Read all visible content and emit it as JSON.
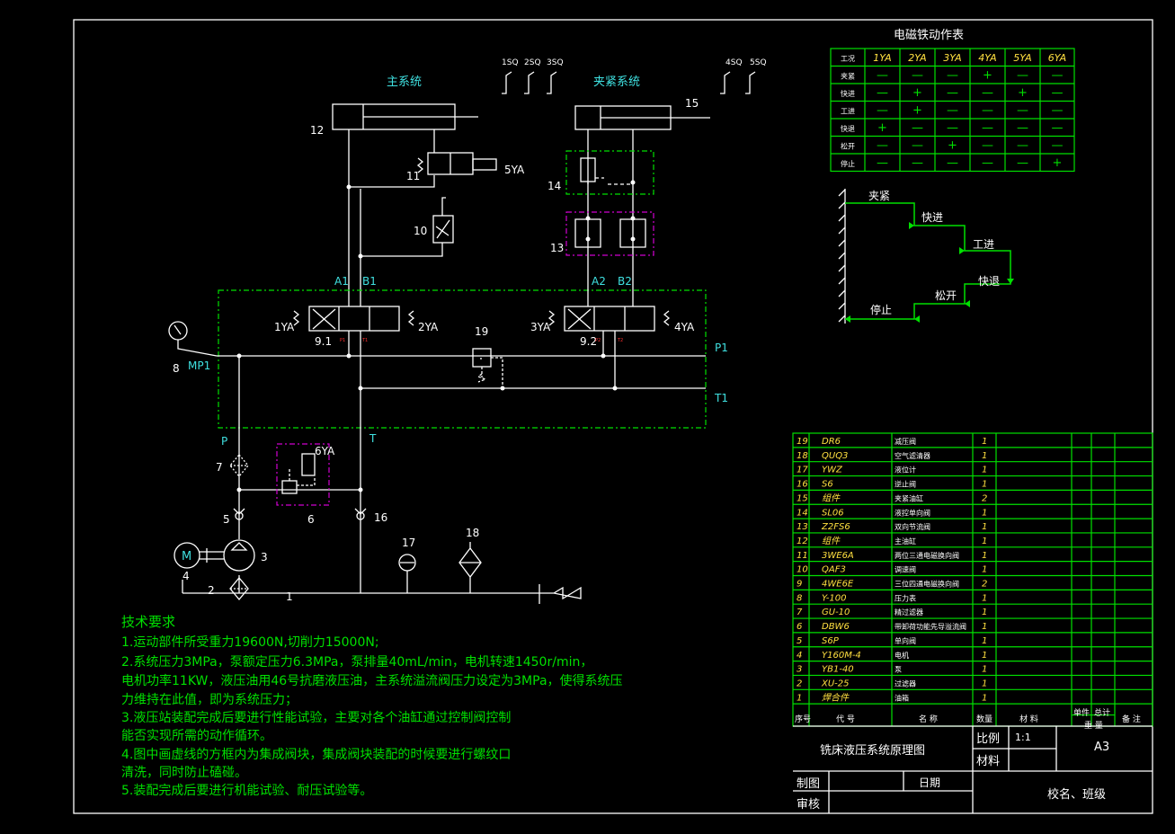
{
  "titles": {
    "main_system": "主系统",
    "clamp_system": "夹紧系统"
  },
  "switches": {
    "s1": "1SQ",
    "s2": "2SQ",
    "s3": "3SQ",
    "s4": "4SQ",
    "s5": "5SQ"
  },
  "component_numbers": {
    "n1": "1",
    "n2": "2",
    "n3": "3",
    "n4": "4",
    "n5": "5",
    "n6": "6",
    "n7": "7",
    "n8": "8",
    "n9_1": "9.1",
    "n9_2": "9.2",
    "n10": "10",
    "n11": "11",
    "n12": "12",
    "n13": "13",
    "n14": "14",
    "n15": "15",
    "n16": "16",
    "n17": "17",
    "n18": "18",
    "n19": "19"
  },
  "port_labels": {
    "a1": "A1",
    "b1": "B1",
    "a2": "A2",
    "b2": "B2",
    "p1": "P1",
    "t1": "T1",
    "p": "P",
    "t": "T",
    "mp1": "MP1",
    "motor": "M",
    "pr1": "P1",
    "tr1": "T1",
    "pr2": "P2",
    "tr2": "T2"
  },
  "solenoids": {
    "ya1": "1YA",
    "ya2": "2YA",
    "ya3": "3YA",
    "ya4": "4YA",
    "ya5": "5YA",
    "ya6": "6YA"
  },
  "solenoid_table": {
    "title": "电磁铁动作表",
    "headers": [
      "工况",
      "1YA",
      "2YA",
      "3YA",
      "4YA",
      "5YA",
      "6YA"
    ],
    "rows": [
      [
        "夹紧",
        "—",
        "—",
        "—",
        "+",
        "—",
        "—"
      ],
      [
        "快进",
        "—",
        "+",
        "—",
        "—",
        "+",
        "—"
      ],
      [
        "工进",
        "—",
        "+",
        "—",
        "—",
        "—",
        "—"
      ],
      [
        "快退",
        "+",
        "—",
        "—",
        "—",
        "—",
        "—"
      ],
      [
        "松开",
        "—",
        "—",
        "+",
        "—",
        "—",
        "—"
      ],
      [
        "停止",
        "—",
        "—",
        "—",
        "—",
        "—",
        "+"
      ]
    ]
  },
  "cycle": {
    "steps": [
      "夹紧",
      "快进",
      "工进",
      "快退",
      "松开",
      "停止"
    ]
  },
  "tech_requirements": {
    "title": "技术要求",
    "lines": [
      "1.运动部件所受重力19600N,切削力15000N;",
      "2.系统压力3MPa，泵额定压力6.3MPa，泵排量40mL/min，电机转速1450r/min，",
      "电机功率11KW，液压油用46号抗磨液压油，主系统溢流阀压力设定为3MPa，使得系统压",
      "力维持在此值，即为系统压力；",
      "3.液压站装配完成后要进行性能试验，主要对各个油缸通过控制阀控制",
      "能否实现所需的动作循环。",
      "4.图中画虚线的方框内为集成阀块，集成阀块装配的时候要进行螺纹口",
      "清洗，同时防止磕碰。",
      "5.装配完成后要进行机能试验、耐压试验等。"
    ]
  },
  "parts_list": {
    "rows": [
      [
        "19",
        "DR6",
        "减压阀",
        "1"
      ],
      [
        "18",
        "QUQ3",
        "空气滤清器",
        "1"
      ],
      [
        "17",
        "YWZ",
        "液位计",
        "1"
      ],
      [
        "16",
        "S6",
        "逆止阀",
        "1"
      ],
      [
        "15",
        "组件",
        "夹紧油缸",
        "2"
      ],
      [
        "14",
        "SL06",
        "液控单向阀",
        "1"
      ],
      [
        "13",
        "Z2FS6",
        "双向节流阀",
        "1"
      ],
      [
        "12",
        "组件",
        "主油缸",
        "1"
      ],
      [
        "11",
        "3WE6A",
        "两位三通电磁换向阀",
        "1"
      ],
      [
        "10",
        "QAF3",
        "调速阀",
        "1"
      ],
      [
        "9",
        "4WE6E",
        "三位四通电磁换向阀",
        "2"
      ],
      [
        "8",
        "Y-100",
        "压力表",
        "1"
      ],
      [
        "7",
        "GU-10",
        "精过滤器",
        "1"
      ],
      [
        "6",
        "DBW6",
        "带卸荷功能先导溢流阀",
        "1"
      ],
      [
        "5",
        "S6P",
        "单向阀",
        "1"
      ],
      [
        "4",
        "Y160M-4",
        "电机",
        "1"
      ],
      [
        "3",
        "YB1-40",
        "泵",
        "1"
      ],
      [
        "2",
        "XU-25",
        "过滤器",
        "1"
      ],
      [
        "1",
        "焊合件",
        "油箱",
        "1"
      ]
    ],
    "header": {
      "seq": "序号",
      "code": "代 号",
      "name": "名 称",
      "qty": "数量",
      "material": "材 料",
      "single": "单件",
      "total": "总计",
      "weight": "重 量",
      "remark": "备 注"
    }
  },
  "title_block": {
    "drawing_title": "铣床液压系统原理图",
    "scale_label": "比例",
    "scale_value": "1:1",
    "material_label": "材料",
    "paper_size": "A3",
    "drawn_label": "制图",
    "date_label": "日期",
    "checked_label": "审核",
    "school_label": "校名、班级"
  },
  "colors": {
    "background": "#000000",
    "lines": "#ffffff",
    "table": "#00e000",
    "labels": "#3fe0e0",
    "integrated_block": "#d000d0"
  }
}
